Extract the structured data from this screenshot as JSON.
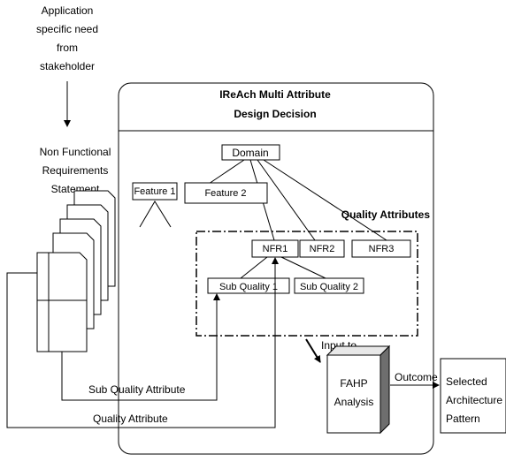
{
  "stakeholder_need": [
    "Application",
    "specific need",
    "from",
    "stakeholder"
  ],
  "nfr_statement": [
    "Non Functional",
    "Requirements",
    "Statement"
  ],
  "framework_title": [
    "IReAch Multi Attribute",
    "Design Decision"
  ],
  "domain": "Domain",
  "feature1": "Feature 1",
  "feature2": "Feature 2",
  "quality_attributes": "Quality Attributes",
  "nfr1": "NFR1",
  "nfr2": "NFR2",
  "nfr3": "NFR3",
  "sub_quality1": "Sub Quality 1",
  "sub_quality2": "Sub Quality 2",
  "input_to": "Input to",
  "fahp": [
    "FAHP",
    "Analysis"
  ],
  "outcome": "Outcome",
  "selected": [
    "Selected",
    "Architecture",
    "Pattern"
  ],
  "sub_quality_attribute": "Sub Quality Attribute",
  "quality_attribute": "Quality Attribute"
}
